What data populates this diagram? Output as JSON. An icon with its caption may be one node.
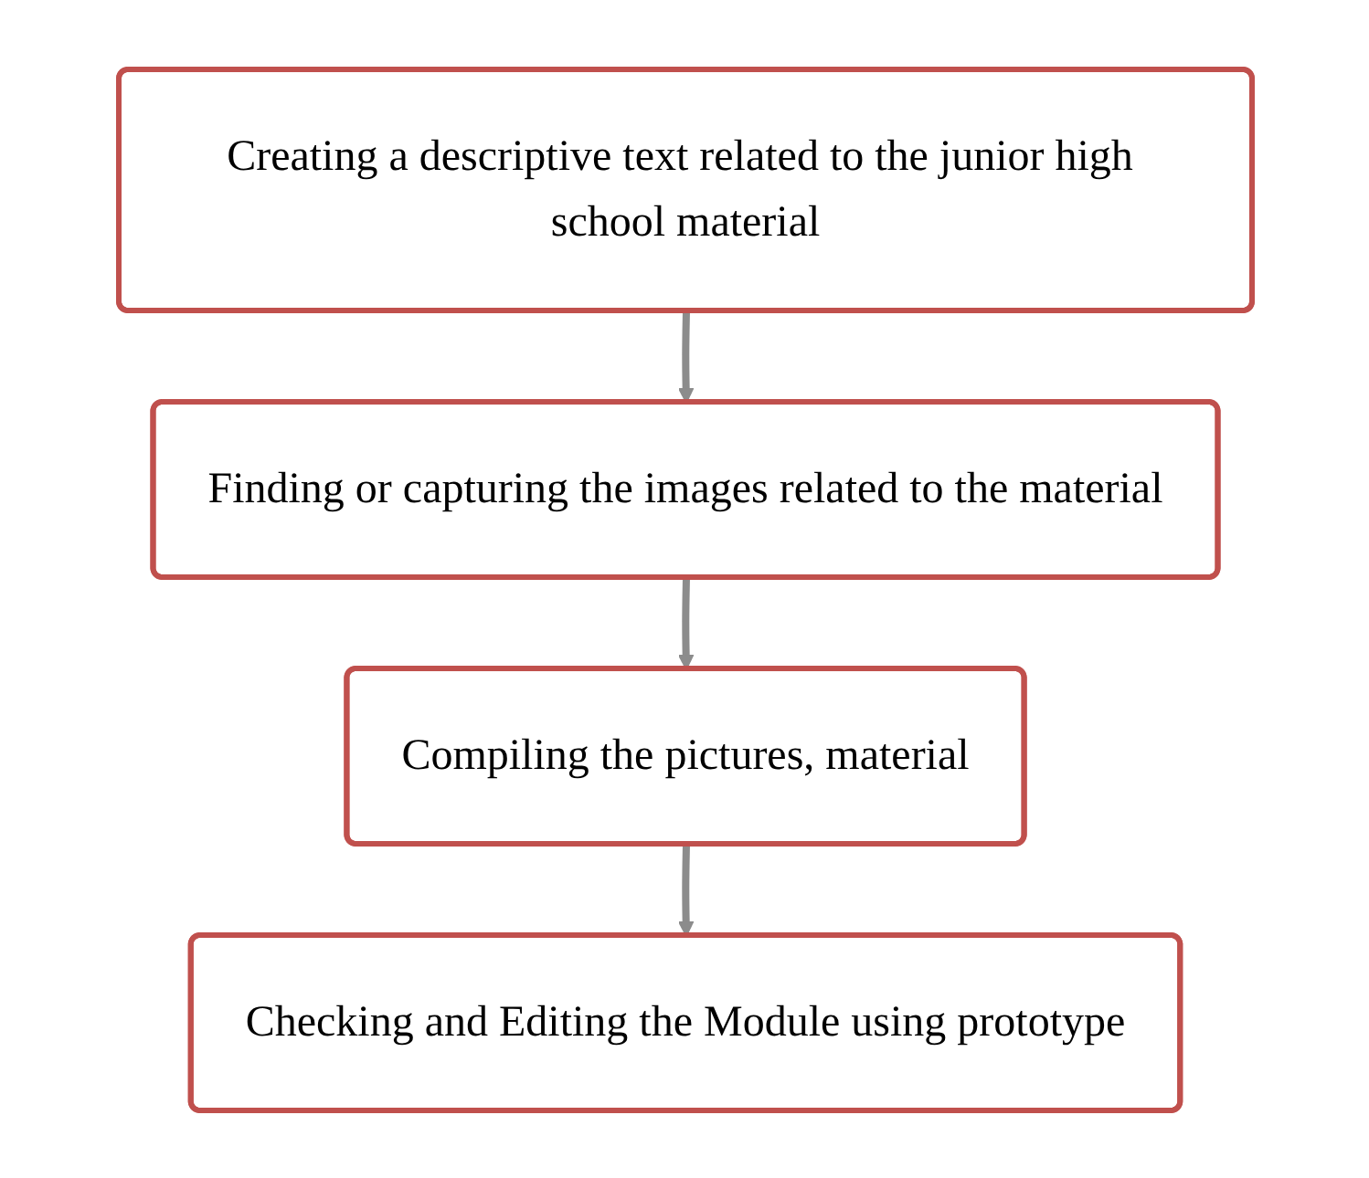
{
  "diagram": {
    "nodes": [
      {
        "text": [
          "Creating a descriptive text related to the junior high school material"
        ]
      },
      {
        "text": [
          "Finding or capturing the images related to the material"
        ]
      },
      {
        "text": [
          "Compiling the pictures, material"
        ]
      },
      {
        "text": [
          "Checking and Editing the Module using prototype"
        ]
      }
    ],
    "edges": [
      {
        "from": 0,
        "to": 1,
        "arrow": "to"
      },
      {
        "from": 1,
        "to": 2,
        "arrow": "to"
      },
      {
        "from": 2,
        "to": 3,
        "arrow": "to"
      }
    ]
  }
}
